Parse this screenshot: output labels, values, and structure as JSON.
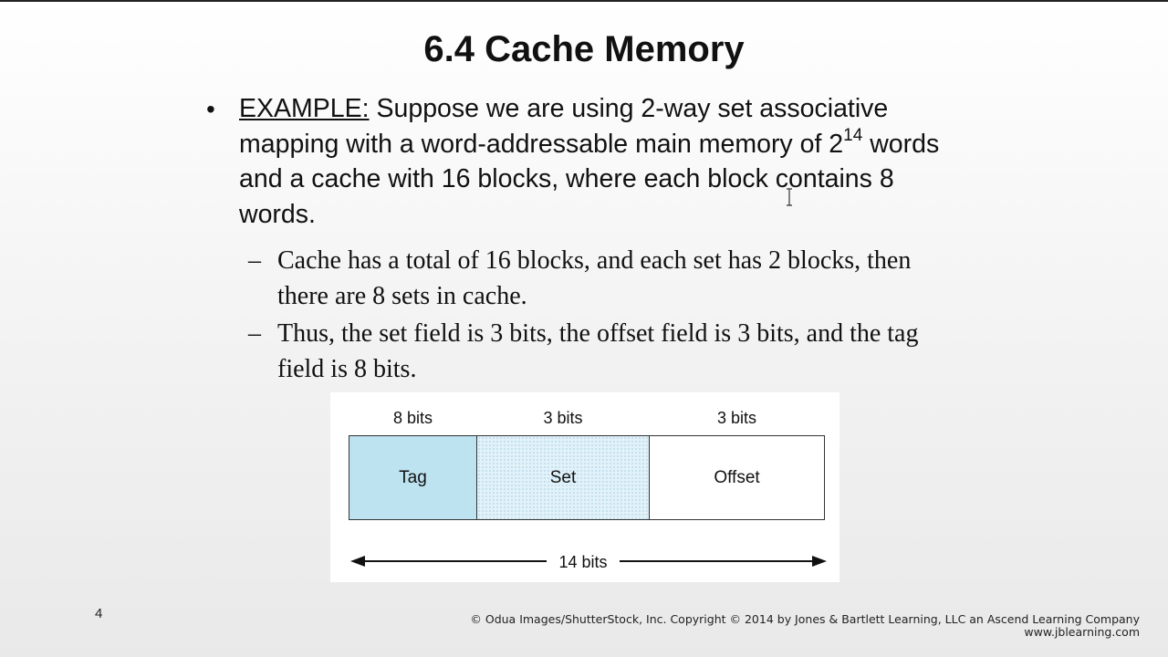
{
  "slide": {
    "title": "6.4 Cache Memory",
    "bullet": {
      "label": "EXAMPLE:",
      "text_before_sup": " Suppose we are using 2-way set associative mapping with a word-addressable main memory of 2",
      "sup": "14",
      "text_after_sup": " words and a cache with 16 blocks, where each block contains 8 words."
    },
    "sub_items": [
      {
        "dash": "–",
        "text": "Cache has a total of 16 blocks, and each set has 2 blocks, then there are 8 sets in cache."
      },
      {
        "dash": "–",
        "text": "Thus, the set field is 3 bits, the offset field is 3 bits, and the tag field is 8 bits."
      }
    ],
    "diagram": {
      "fields": [
        {
          "name": "Tag",
          "bits": "8 bits",
          "color": "#bde3f1"
        },
        {
          "name": "Set",
          "bits": "3 bits",
          "color": "#e3f2f9"
        },
        {
          "name": "Offset",
          "bits": "3 bits",
          "color": "#ffffff"
        }
      ],
      "total": "14 bits"
    },
    "page_number": "4",
    "copyright_line1": "© Odua Images/ShutterStock, Inc. Copyright © 2014 by Jones & Bartlett Learning, LLC an Ascend Learning Company",
    "copyright_line2": "www.jblearning.com"
  }
}
